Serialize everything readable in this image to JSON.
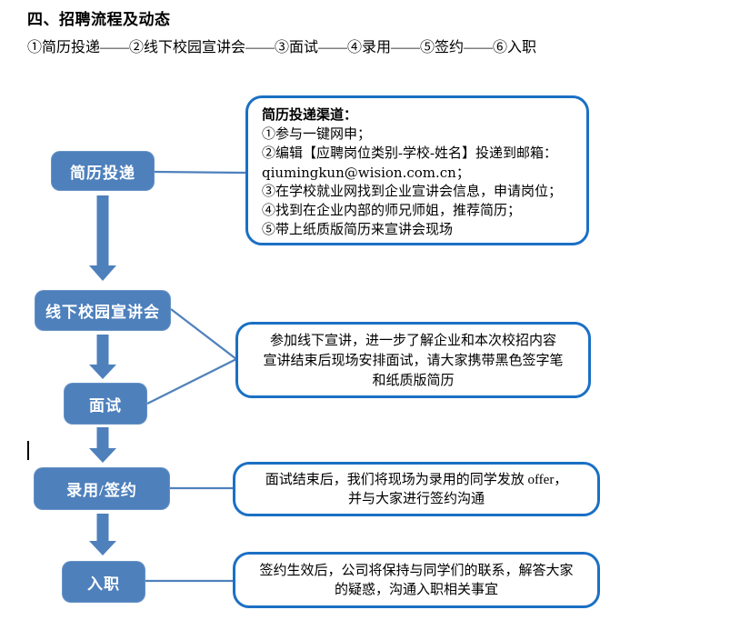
{
  "page": {
    "heading": "四、招聘流程及动态",
    "overview": "①简历投递——②线下校园宣讲会——③面试——④录用——⑤签约——⑥入职"
  },
  "flow": {
    "steps": [
      {
        "label": "简历投递"
      },
      {
        "label": "线下校园宣讲会"
      },
      {
        "label": "面试"
      },
      {
        "label": "录用/签约"
      },
      {
        "label": "入职"
      }
    ]
  },
  "callouts": {
    "resume_channels": {
      "title": "简历投递渠道：",
      "lines": [
        "①参与一键网申；",
        "②编辑【应聘岗位类别-学校-姓名】投递到邮箱：",
        "qiumingkun@wision.com.cn；",
        "③在学校就业网找到企业宣讲会信息，申请岗位；",
        "④找到在企业内部的师兄师姐，推荐简历；",
        "⑤带上纸质版简历来宣讲会现场"
      ]
    },
    "presentation_interview": {
      "lines": [
        "参加线下宣讲，进一步了解企业和本次校招内容",
        "宣讲结束后现场安排面试，请大家携带黑色签字笔",
        "和纸质版简历"
      ]
    },
    "offer_signing": {
      "lines": [
        "面试结束后，我们将现场为录用的同学发放 offer，",
        "并与大家进行签约沟通"
      ]
    },
    "onboarding": {
      "lines": [
        "签约生效后，公司将保持与同学们的联系，解答大家",
        "的疑惑，沟通入职相关事宜"
      ]
    }
  },
  "colors": {
    "box_fill": "#4E80BC",
    "box_text": "#FFFFFF",
    "connector_line": "#4F81BD",
    "callout_border": "#1B70C4",
    "body_text": "#000000"
  }
}
